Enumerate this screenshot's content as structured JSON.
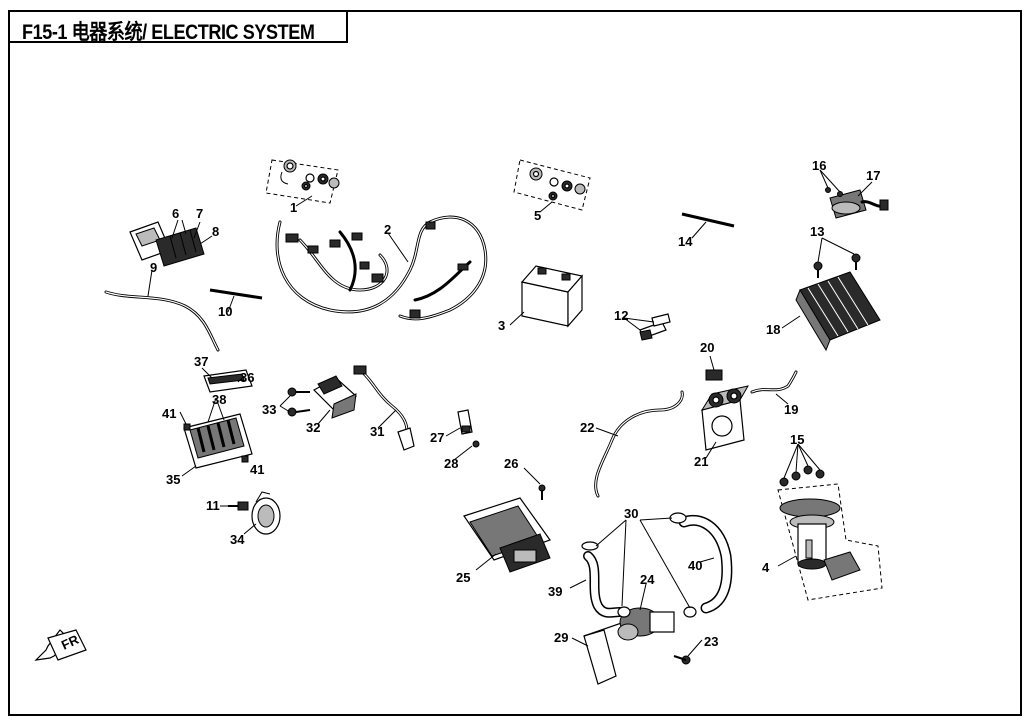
{
  "title": "F15-1 电器系统/ ELECTRIC SYSTEM",
  "direction_label": "FR",
  "callouts": [
    "1",
    "2",
    "3",
    "4",
    "5",
    "6",
    "7",
    "8",
    "9",
    "10",
    "11",
    "12",
    "13",
    "14",
    "15",
    "16",
    "17",
    "18",
    "19",
    "20",
    "21",
    "22",
    "23",
    "24",
    "25",
    "26",
    "27",
    "28",
    "29",
    "30",
    "31",
    "32",
    "33",
    "34",
    "35",
    "36",
    "37",
    "38",
    "39",
    "40",
    "41",
    "41"
  ]
}
